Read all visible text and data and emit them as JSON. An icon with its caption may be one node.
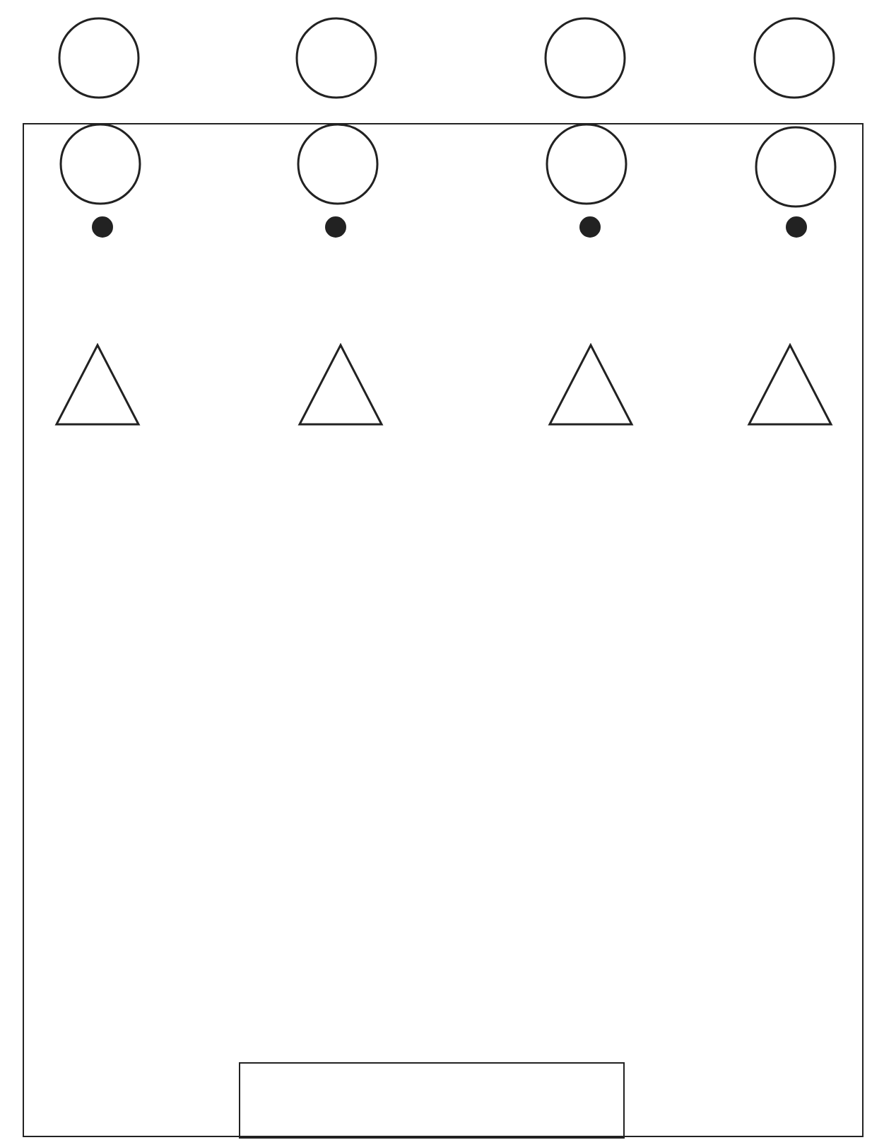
{
  "diagram": {
    "nodes": [
      {
        "text": [],
        "shape": "circle"
      },
      {
        "text": [],
        "shape": "circle"
      },
      {
        "text": [],
        "shape": "circle"
      },
      {
        "text": [],
        "shape": "circle"
      },
      {
        "text": [],
        "shape": "box"
      },
      {
        "text": [],
        "shape": "circle",
        "in": 4
      },
      {
        "text": [],
        "shape": "circle",
        "in": 4
      },
      {
        "text": [],
        "shape": "circle",
        "in": 4
      },
      {
        "text": [],
        "shape": "circle",
        "in": 4
      },
      {
        "text": [],
        "shape": "dot",
        "in": 4
      },
      {
        "text": [],
        "shape": "dot",
        "in": 4
      },
      {
        "text": [],
        "shape": "dot",
        "in": 4
      },
      {
        "text": [],
        "shape": "dot",
        "in": 4
      },
      {
        "text": [],
        "shape": "triangle",
        "in": 4
      },
      {
        "text": [],
        "shape": "triangle",
        "in": 4
      },
      {
        "text": [],
        "shape": "triangle",
        "in": 4
      },
      {
        "text": [],
        "shape": "triangle",
        "in": 4
      },
      {
        "text": [],
        "shape": "box",
        "in": 4
      }
    ]
  }
}
